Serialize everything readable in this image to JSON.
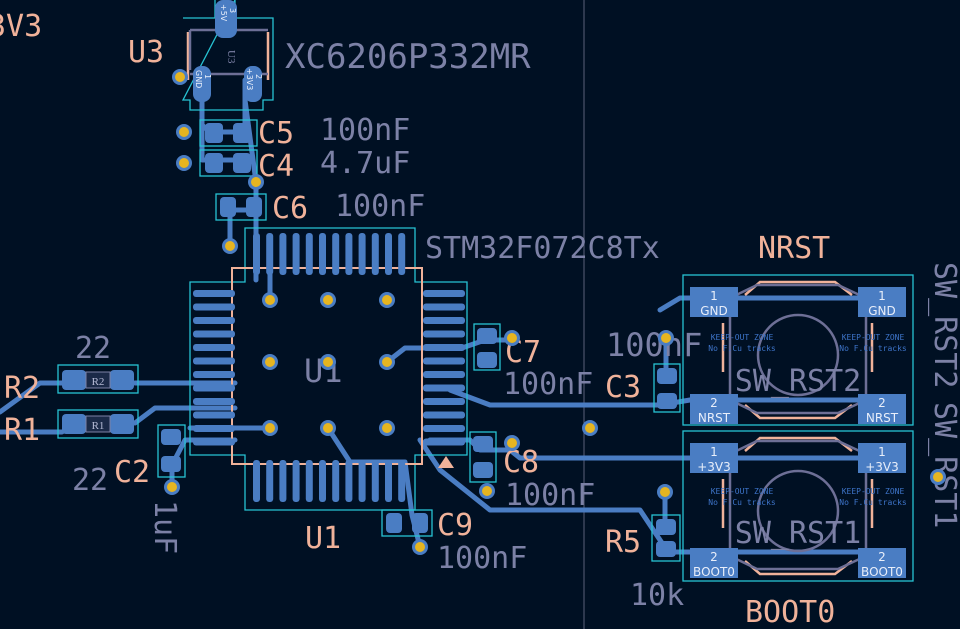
{
  "colors": {
    "background": "#001023",
    "pad": "#4a7dc3",
    "silkscreen": "#f0b29a",
    "fab": "#7c81a6",
    "courtyard": "#27c3d3",
    "via": "#e6b520"
  },
  "net_top_left": "3V3",
  "U3": {
    "ref": "U3",
    "value": "XC6206P332MR",
    "pads": [
      {
        "num": "3",
        "net": "+5V"
      },
      {
        "num": "1",
        "net": "GND"
      },
      {
        "num": "2",
        "net": "+3V3"
      }
    ]
  },
  "C5": {
    "ref": "C5",
    "value": "100nF"
  },
  "C4": {
    "ref": "C4",
    "value": "4.7uF"
  },
  "C6": {
    "ref": "C6",
    "value": "100nF"
  },
  "U1": {
    "ref": "U1",
    "value": "STM32F072C8Tx",
    "fab_ref": "U1"
  },
  "C7": {
    "ref": "C7",
    "value": "100nF"
  },
  "C3": {
    "ref": "C3",
    "value": "100nF"
  },
  "C8": {
    "ref": "C8",
    "value": "100nF"
  },
  "C9": {
    "ref": "C9",
    "value": "100nF"
  },
  "R2": {
    "ref": "R2",
    "value": "22"
  },
  "R1": {
    "ref": "R1",
    "value": "22"
  },
  "C2": {
    "ref": "C2",
    "value": "1uF"
  },
  "R5": {
    "ref": "R5",
    "value": "10k"
  },
  "SW_RST2": {
    "ref": "NRST",
    "fab_ref": "SW_RST2",
    "pads": [
      {
        "num": "1",
        "net": "GND"
      },
      {
        "num": "1",
        "net": "GND"
      },
      {
        "num": "2",
        "net": "NRST"
      },
      {
        "num": "2",
        "net": "NRST"
      }
    ]
  },
  "SW_RST1": {
    "ref": "BOOT0",
    "fab_ref": "SW_RST1",
    "pads": [
      {
        "num": "1",
        "net": "+3V3"
      },
      {
        "num": "1",
        "net": "+3V3"
      },
      {
        "num": "2",
        "net": "BOOT0"
      },
      {
        "num": "2",
        "net": "BOOT0"
      }
    ]
  },
  "keepout": {
    "line1": "KEEP-OUT ZONE",
    "line2": "No F.Cu tracks"
  },
  "right_edge_labels": [
    "SW_RST2",
    "SW_RST1"
  ]
}
